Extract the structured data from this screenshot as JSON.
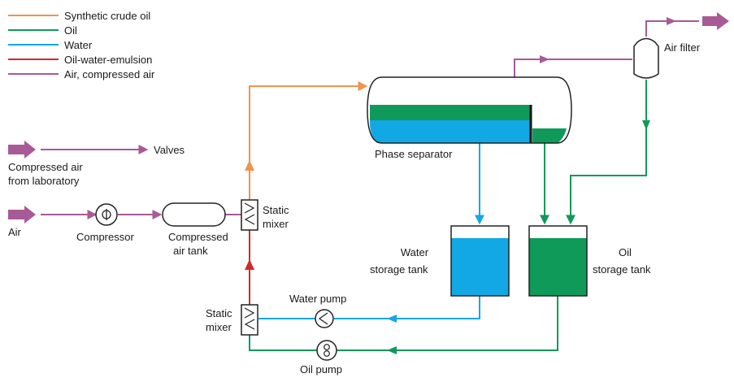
{
  "colors": {
    "synthetic_crude_oil": "#f0944a",
    "oil": "#0f9a5a",
    "water": "#12a8e6",
    "emulsion": "#d22a2a",
    "air": "#a85a97",
    "outline": "#222222"
  },
  "legend": [
    {
      "label": "Synthetic crude oil",
      "color": "#f0944a"
    },
    {
      "label": "Oil",
      "color": "#0f9a5a"
    },
    {
      "label": "Water",
      "color": "#12a8e6"
    },
    {
      "label": "Oil-water-emulsion",
      "color": "#d22a2a"
    },
    {
      "label": "Air, compressed air",
      "color": "#a85a97"
    }
  ],
  "labels": {
    "compressed_air_line1": "Compressed air",
    "compressed_air_line2": "from laboratory",
    "valves": "Valves",
    "air": "Air",
    "compressor": "Compressor",
    "compressed_tank_line1": "Compressed",
    "compressed_tank_line2": "air tank",
    "static_mixer_top_line1": "Static",
    "static_mixer_top_line2": "mixer",
    "static_mixer_bottom_line1": "Static",
    "static_mixer_bottom_line2": "mixer",
    "phase_separator": "Phase separator",
    "air_filter": "Air filter",
    "water_storage_line1": "Water",
    "water_storage_line2": "storage tank",
    "oil_storage_line1": "Oil",
    "oil_storage_line2": "storage tank",
    "water_pump": "Water pump",
    "oil_pump": "Oil pump"
  }
}
